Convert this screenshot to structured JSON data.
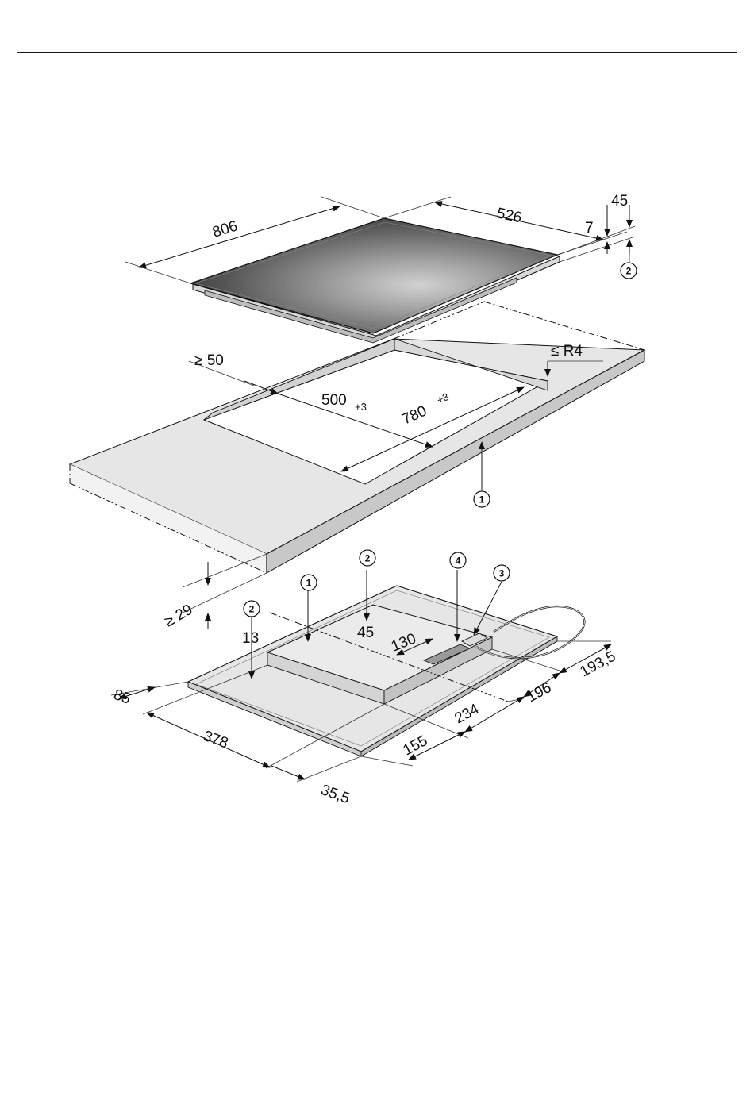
{
  "hob": {
    "width": "806",
    "depth": "526",
    "glass_thickness": "7",
    "overall_height": "45"
  },
  "cutout": {
    "min_front_distance": "≥ 50",
    "depth": "500",
    "depth_tolerance": "+3",
    "width": "780",
    "width_tolerance": "+3",
    "corner_radius": "≤ R4",
    "min_worktop_thickness": "≥ 29"
  },
  "underside": {
    "depth_left": "13",
    "depth_right": "45",
    "box_offset": "130",
    "left_offset": "85",
    "box_width": "378",
    "front_offset": "35,5",
    "d155": "155",
    "d234": "234",
    "d196": "196",
    "d193": "193,5"
  },
  "callouts": {
    "c1": "1",
    "c2": "2",
    "c3": "3",
    "c4": "4"
  },
  "colors": {
    "line": "#111111",
    "worktop": "#e6e6e6",
    "worktop_edge": "#c8c8c8",
    "glass_dark": "#3c3c3c",
    "glass_light": "#c0c0c0"
  }
}
